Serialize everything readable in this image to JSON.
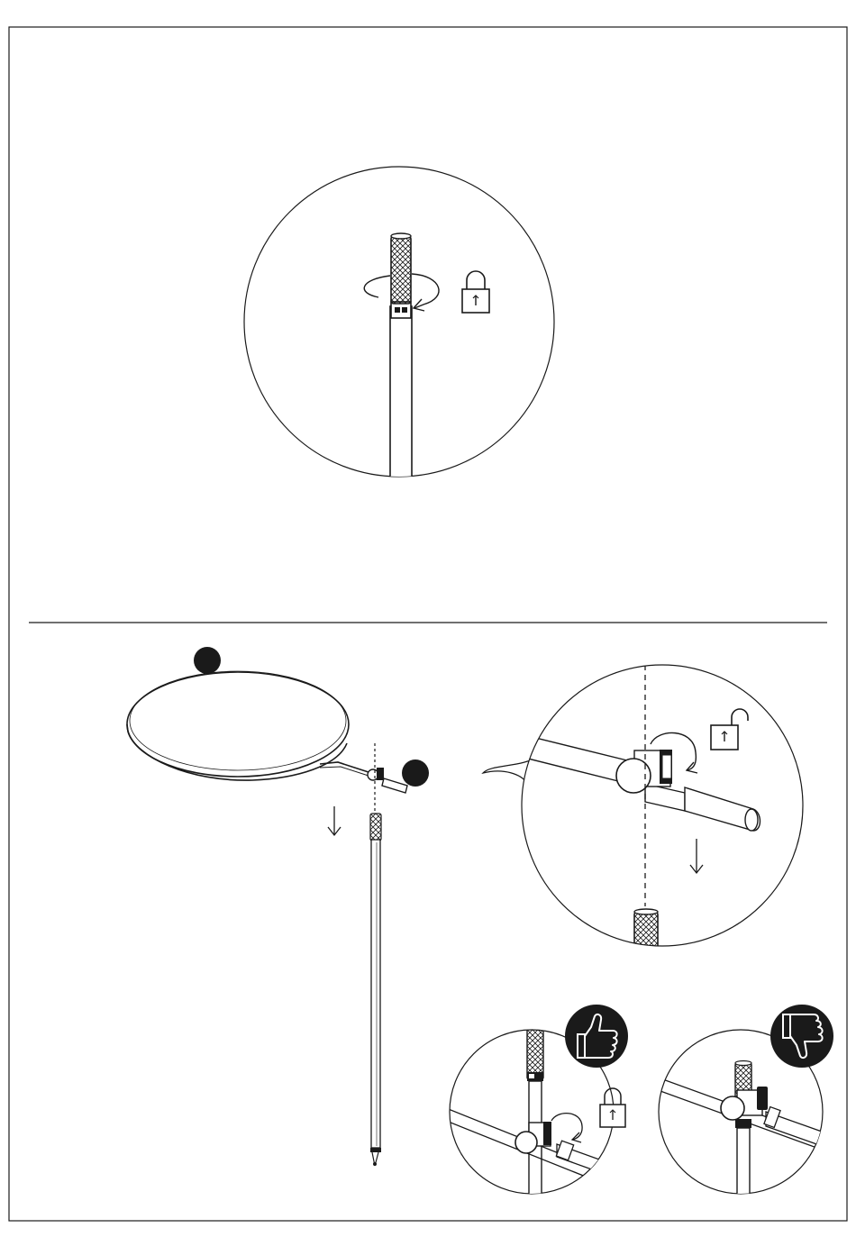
{
  "document": {
    "kind": "assembly-instruction-sheet",
    "text_present": false
  },
  "palette": {
    "ink": "#1a1a1a",
    "paper": "#ffffff",
    "badge_fill": "#1a1a1a",
    "badge_icon": "#ffffff"
  },
  "steps": {
    "top": {
      "callout": "magnified-pole-top",
      "action": "rotate-clockwise",
      "state_icon": "lock-closed-icon"
    },
    "bottom": {
      "overview": {
        "parts": [
          "disc-shade",
          "pole-stem"
        ],
        "markers": [
          "part-marker-a",
          "part-marker-b"
        ],
        "motion": "down-arrow-icon"
      },
      "detail": {
        "callout": "magnified-joint",
        "action": "rotate-clockwise",
        "state_icon": "lock-open-icon",
        "motion": "down-arrow-icon"
      },
      "results": [
        {
          "verdict": "thumbs-up-icon",
          "state_icon": "lock-closed-icon",
          "meaning": "correct"
        },
        {
          "verdict": "thumbs-down-icon",
          "state_icon": "",
          "meaning": "incorrect"
        }
      ]
    }
  }
}
